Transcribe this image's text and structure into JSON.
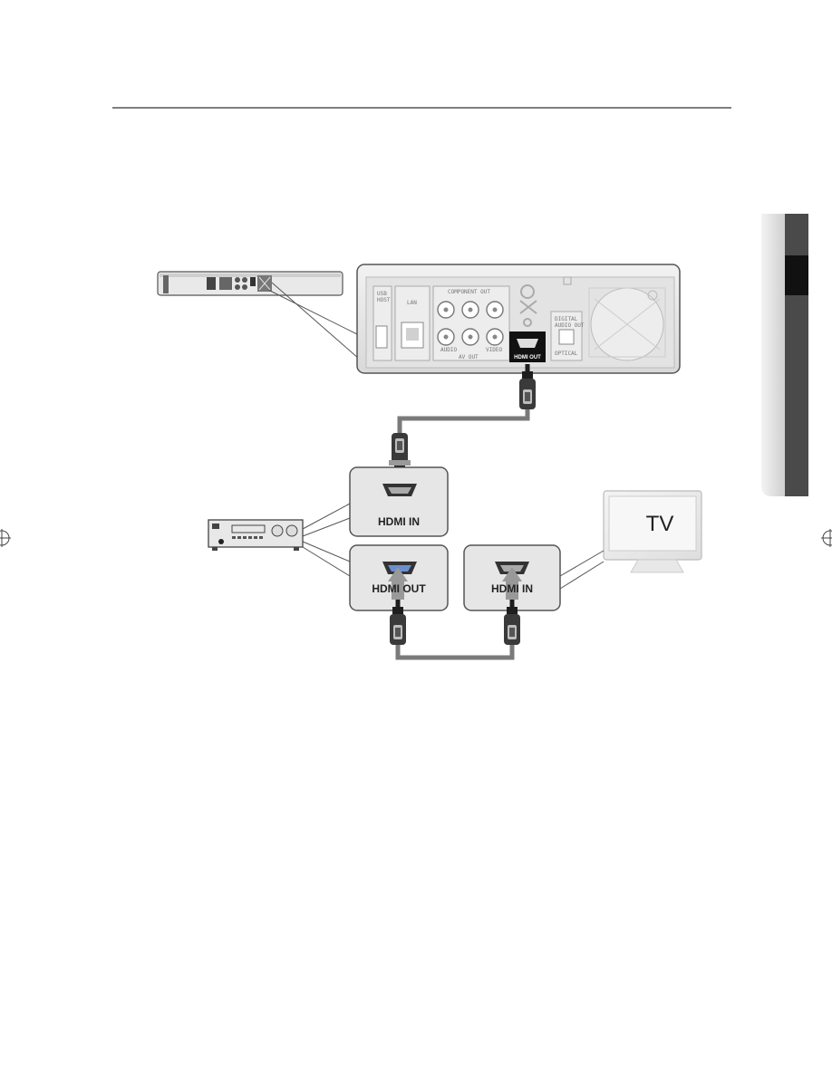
{
  "player": {
    "ports": {
      "usb": "USB\nHOST",
      "lan": "LAN",
      "component": "COMPONENT OUT",
      "audio": "AUDIO",
      "video": "VIDEO",
      "av_out": "AV OUT",
      "digital_audio": "DIGITAL\nAUDIO OUT",
      "optical": "OPTICAL",
      "hdmi_out": "HDMI OUT"
    }
  },
  "receiver": {
    "hdmi_in_label": "HDMI IN",
    "hdmi_out_label": "HDMI OUT"
  },
  "tv": {
    "screen_text": "TV",
    "hdmi_in_label": "HDMI IN"
  },
  "colors": {
    "cable": "#7a7a7a",
    "panel_border": "#555555",
    "panel_fill": "#e6e6e6",
    "side_tab_dark": "#4a4a4a",
    "side_tab_light": "#cfcfcf"
  }
}
